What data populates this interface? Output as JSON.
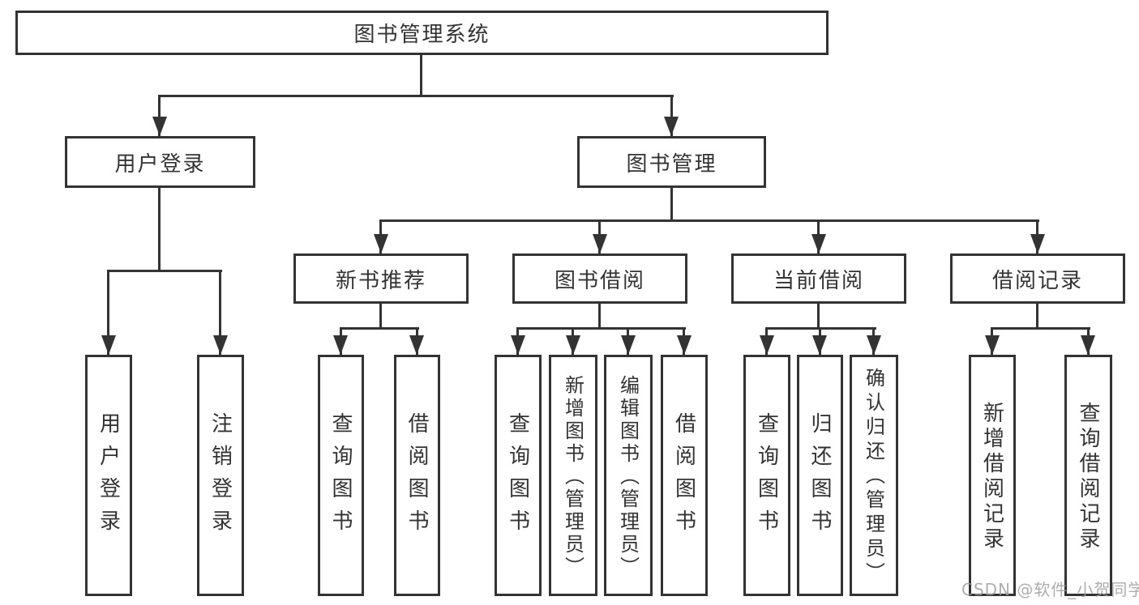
{
  "tree": {
    "label": "图书管理系统",
    "children": [
      {
        "label": "用户登录",
        "children": [
          {
            "label": "用户登录"
          },
          {
            "label": "注销登录"
          }
        ]
      },
      {
        "label": "图书管理",
        "children": [
          {
            "label": "新书推荐",
            "children": [
              {
                "label": "查询图书"
              },
              {
                "label": "借阅图书"
              }
            ]
          },
          {
            "label": "图书借阅",
            "children": [
              {
                "label": "查询图书"
              },
              {
                "label": "新增图书（管理员）"
              },
              {
                "label": "编辑图书（管理员）"
              },
              {
                "label": "借阅图书"
              }
            ]
          },
          {
            "label": "当前借阅",
            "children": [
              {
                "label": "查询图书"
              },
              {
                "label": "归还图书"
              },
              {
                "label": "确认归还（管理员）"
              }
            ]
          },
          {
            "label": "借阅记录",
            "children": [
              {
                "label": "新增借阅记录"
              },
              {
                "label": "查询借阅记录"
              }
            ]
          }
        ]
      }
    ]
  },
  "watermark": {
    "text": "CSDN @软件_小贺同学"
  },
  "colors": {
    "line": "#333333",
    "text": "#333333",
    "box_background": "#ffffff",
    "page_background": "#ffffff",
    "watermark": "#9b9b9b"
  }
}
